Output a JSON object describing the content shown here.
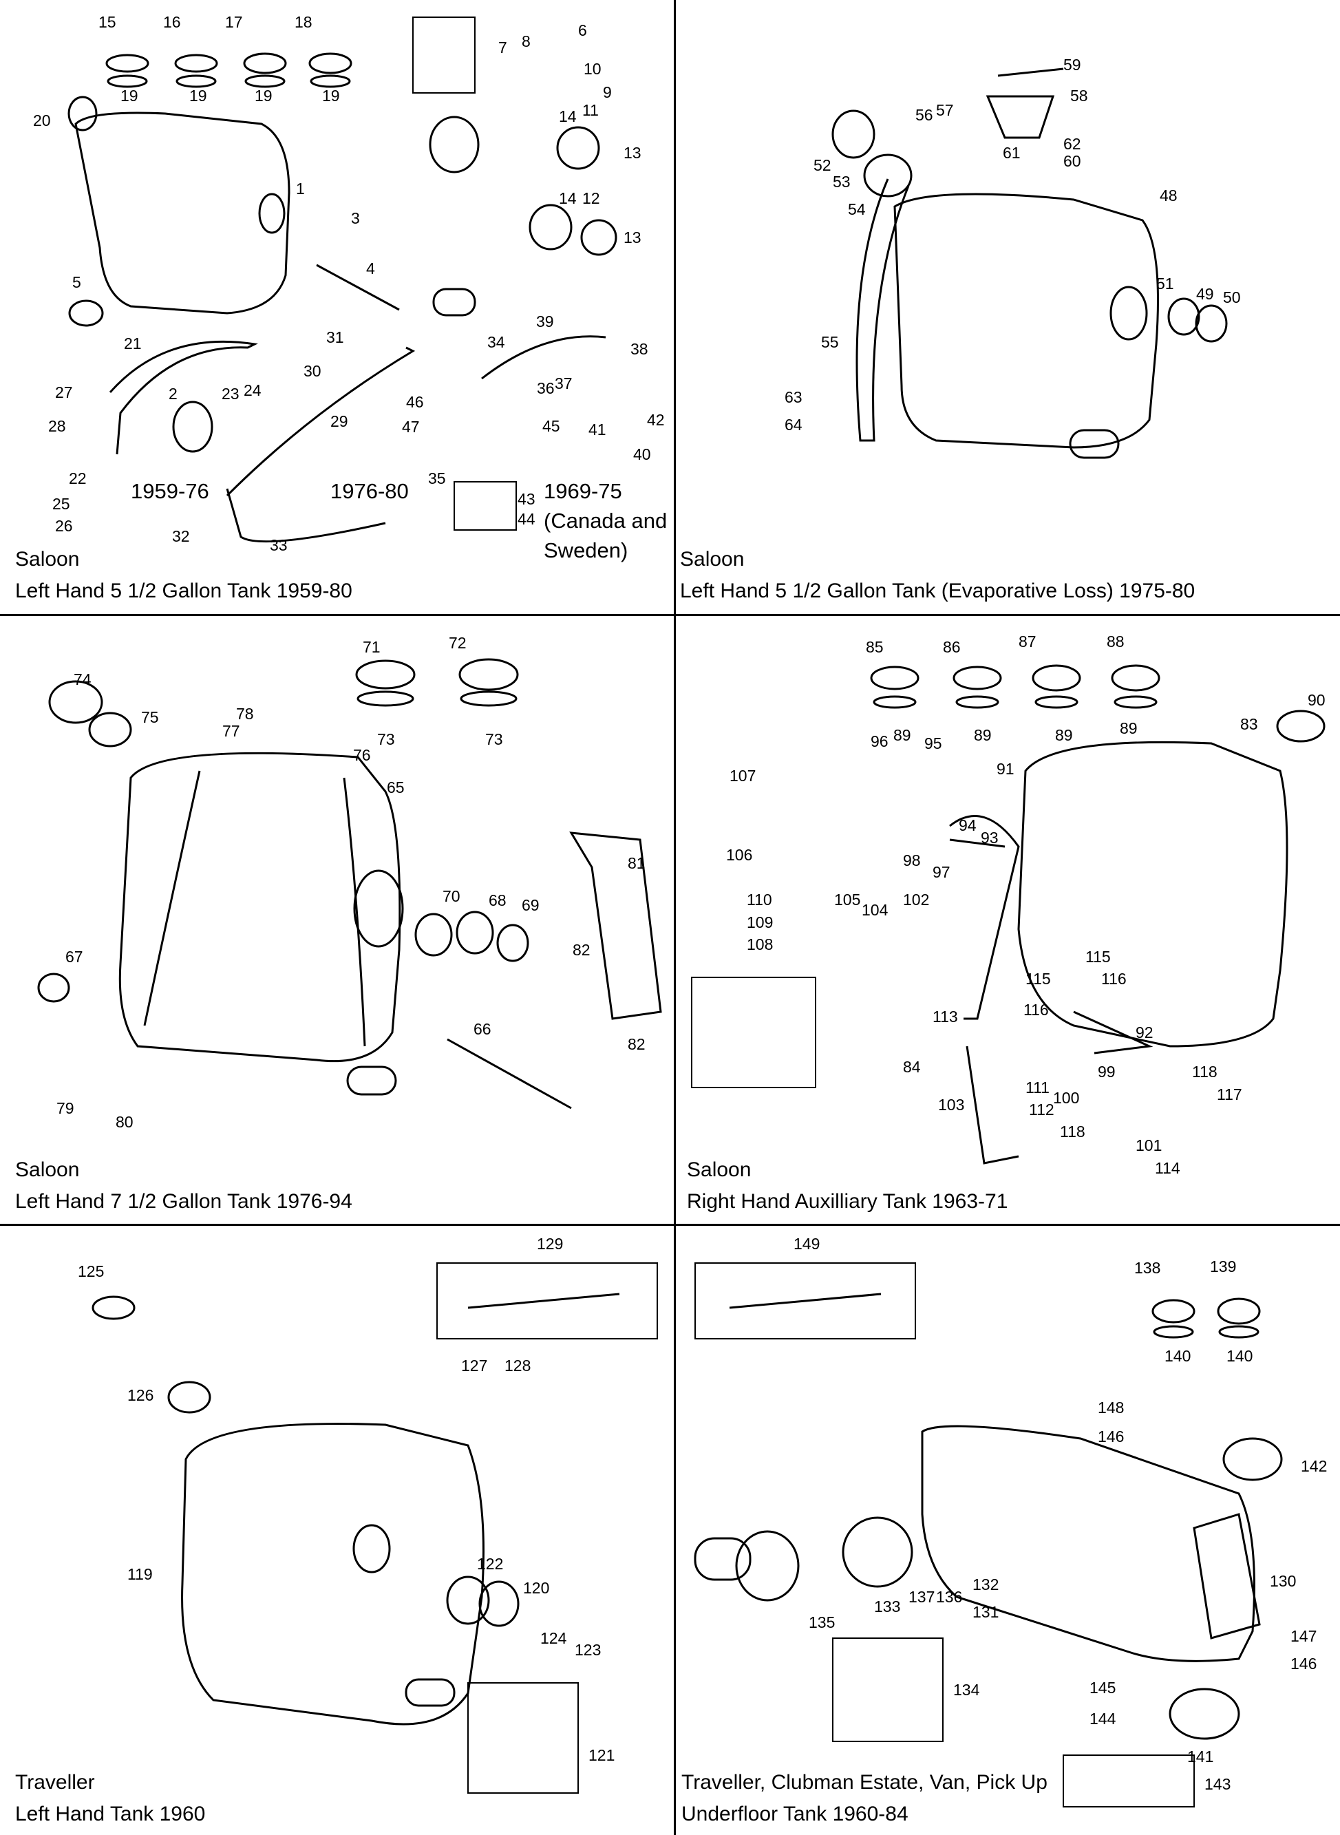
{
  "panels": [
    {
      "id": "p1",
      "caption": [
        "Saloon",
        "Left Hand 5 1/2 Gallon Tank 1959-80"
      ],
      "years": [
        "1959-76",
        "1976-80",
        "1969-75",
        "(Canada and",
        "Sweden)"
      ],
      "labels": [
        "15",
        "16",
        "17",
        "18",
        "19",
        "19",
        "19",
        "19",
        "7",
        "8",
        "6",
        "10",
        "9",
        "20",
        "1",
        "14",
        "11",
        "13",
        "14",
        "12",
        "13",
        "3",
        "4",
        "5",
        "21",
        "31",
        "30",
        "39",
        "34",
        "38",
        "27",
        "2",
        "23",
        "24",
        "28",
        "46",
        "36",
        "37",
        "42",
        "47",
        "45",
        "41",
        "40",
        "29",
        "22",
        "35",
        "43",
        "25",
        "26",
        "44",
        "32",
        "33"
      ]
    },
    {
      "id": "p2",
      "caption": [
        "Saloon",
        "Left Hand 5 1/2 Gallon Tank (Evaporative Loss) 1975-80"
      ],
      "labels": [
        "59",
        "58",
        "56",
        "57",
        "62",
        "60",
        "61",
        "52",
        "53",
        "54",
        "48",
        "51",
        "49",
        "50",
        "55",
        "63",
        "64"
      ]
    },
    {
      "id": "p3",
      "caption": [
        "Saloon",
        "Left Hand 7 1/2 Gallon Tank 1976-94"
      ],
      "labels": [
        "71",
        "72",
        "73",
        "73",
        "74",
        "75",
        "78",
        "77",
        "76",
        "65",
        "81",
        "70",
        "68",
        "69",
        "82",
        "67",
        "82",
        "66",
        "79",
        "80"
      ]
    },
    {
      "id": "p4",
      "caption": [
        "Saloon",
        "Right Hand Auxilliary Tank 1963-71"
      ],
      "labels": [
        "85",
        "86",
        "87",
        "88",
        "89",
        "89",
        "89",
        "89",
        "90",
        "83",
        "96",
        "95",
        "107",
        "91",
        "94",
        "93",
        "98",
        "97",
        "106",
        "110",
        "105",
        "104",
        "109",
        "102",
        "108",
        "115",
        "115",
        "116",
        "113",
        "116",
        "84",
        "92",
        "111",
        "99",
        "118",
        "117",
        "112",
        "100",
        "103",
        "118",
        "101",
        "114"
      ]
    },
    {
      "id": "p5",
      "caption": [
        "Traveller",
        "Left Hand Tank 1960"
      ],
      "labels": [
        "129",
        "125",
        "127",
        "128",
        "126",
        "119",
        "122",
        "120",
        "124",
        "123",
        "121"
      ]
    },
    {
      "id": "p6",
      "caption": [
        "Traveller, Clubman Estate, Van, Pick Up",
        "Underfloor Tank 1960-84"
      ],
      "labels": [
        "149",
        "138",
        "139",
        "140",
        "140",
        "148",
        "146",
        "142",
        "130",
        "133",
        "137",
        "136",
        "132",
        "131",
        "135",
        "147",
        "146",
        "134",
        "145",
        "144",
        "141",
        "143"
      ]
    }
  ]
}
